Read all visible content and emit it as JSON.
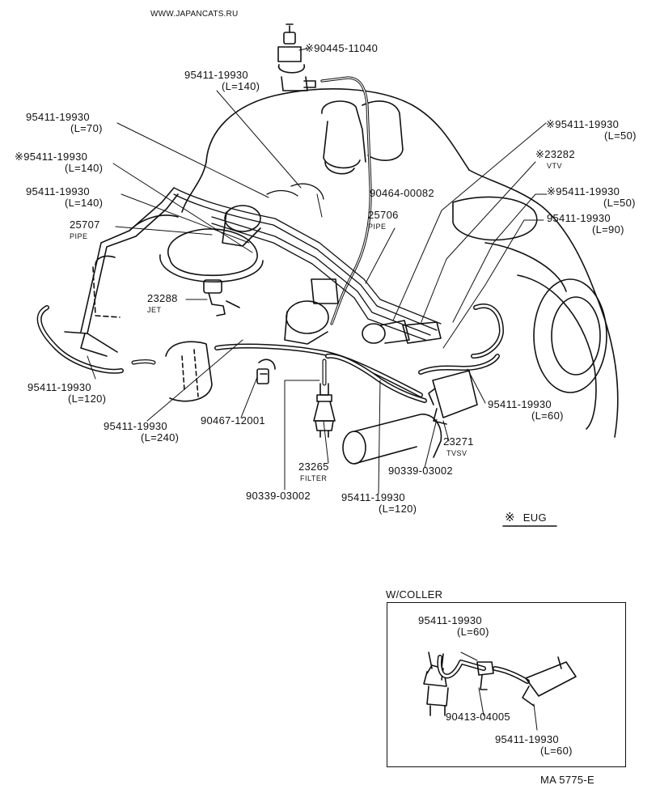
{
  "watermark": "WWW.JAPANCATS.RU",
  "note_mark": "※",
  "legend": {
    "symbol": "※",
    "text": "EUG"
  },
  "callouts": {
    "c01": {
      "mark": "※",
      "part": "90445-11040"
    },
    "c02": {
      "part": "95411-19930",
      "len": "(L=140)"
    },
    "c03": {
      "part": "95411-19930",
      "len": "(L=70)"
    },
    "c04": {
      "mark": "※",
      "part": "95411-19930",
      "len": "(L=140)"
    },
    "c05": {
      "part": "95411-19930",
      "len": "(L=140)"
    },
    "c06": {
      "part": "25707",
      "sub": "PIPE"
    },
    "c07": {
      "part": "90464-00082"
    },
    "c08": {
      "part": "25706",
      "sub": "PIPE"
    },
    "c09": {
      "mark": "※",
      "part": "95411-19930",
      "len": "(L=50)"
    },
    "c10": {
      "mark": "※",
      "part": "23282",
      "sub": "VTV"
    },
    "c11": {
      "mark": "※",
      "part": "95411-19930",
      "len": "(L=50)"
    },
    "c12": {
      "part": "95411-19930",
      "len": "(L=90)"
    },
    "c13": {
      "part": "23288",
      "sub": "JET"
    },
    "c14": {
      "part": "95411-19930",
      "len": "(L=120)"
    },
    "c15": {
      "part": "95411-19930",
      "len": "(L=240)"
    },
    "c16": {
      "part": "90467-12001"
    },
    "c17": {
      "part": "95411-19930",
      "len": "(L=60)"
    },
    "c18": {
      "part": "23271",
      "sub": "TVSV"
    },
    "c19": {
      "part": "90339-03002"
    },
    "c20": {
      "part": "23265",
      "sub": "FILTER"
    },
    "c21": {
      "part": "90339-03002"
    },
    "c22": {
      "part": "95411-19930",
      "len": "(L=120)"
    }
  },
  "inset": {
    "title": "W/COLLER",
    "c1": {
      "part": "95411-19930",
      "len": "(L=60)"
    },
    "c2": {
      "part": "90413-04005"
    },
    "c3": {
      "part": "95411-19930",
      "len": "(L=60)"
    }
  },
  "code": "MA 5775-E",
  "colors": {
    "ink": "#111111",
    "paper": "#ffffff"
  }
}
